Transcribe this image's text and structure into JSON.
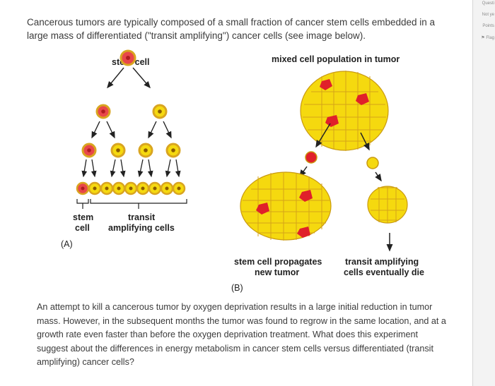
{
  "sidebar": {
    "items": [
      "Questi",
      "Not ye",
      "Points",
      "Flag"
    ]
  },
  "intro_text": "Cancerous tumors are typically composed of a small fraction of cancer stem cells embedded in a large mass of differentiated (\"transit amplifying\") cancer cells (see image below).",
  "figure": {
    "panel_a": {
      "title": "stem cell",
      "label_stem": [
        "stem",
        "cell"
      ],
      "label_transit": [
        "transit",
        "amplifying cells"
      ],
      "panel_label": "(A)"
    },
    "panel_b": {
      "title": "mixed cell population in tumor",
      "label_left": [
        "stem cell propagates",
        "new tumor"
      ],
      "label_right": [
        "transit amplifying",
        "cells eventually die"
      ],
      "panel_label": "(B)"
    },
    "colors": {
      "stem_cell": "#e8474a",
      "transit_cell": "#f5d90f",
      "cell_border": "#d9a520",
      "arrow": "#222222"
    }
  },
  "question_text": "An attempt to kill a cancerous tumor by oxygen deprivation results in a large initial reduction in tumor mass. However, in the subsequent months the tumor was found to regrow in the same location, and at a growth rate even faster than before the oxygen deprivation treatment. What does this experiment suggest about the differences in energy metabolism in cancer stem cells versus differentiated (transit amplifying) cancer cells?"
}
